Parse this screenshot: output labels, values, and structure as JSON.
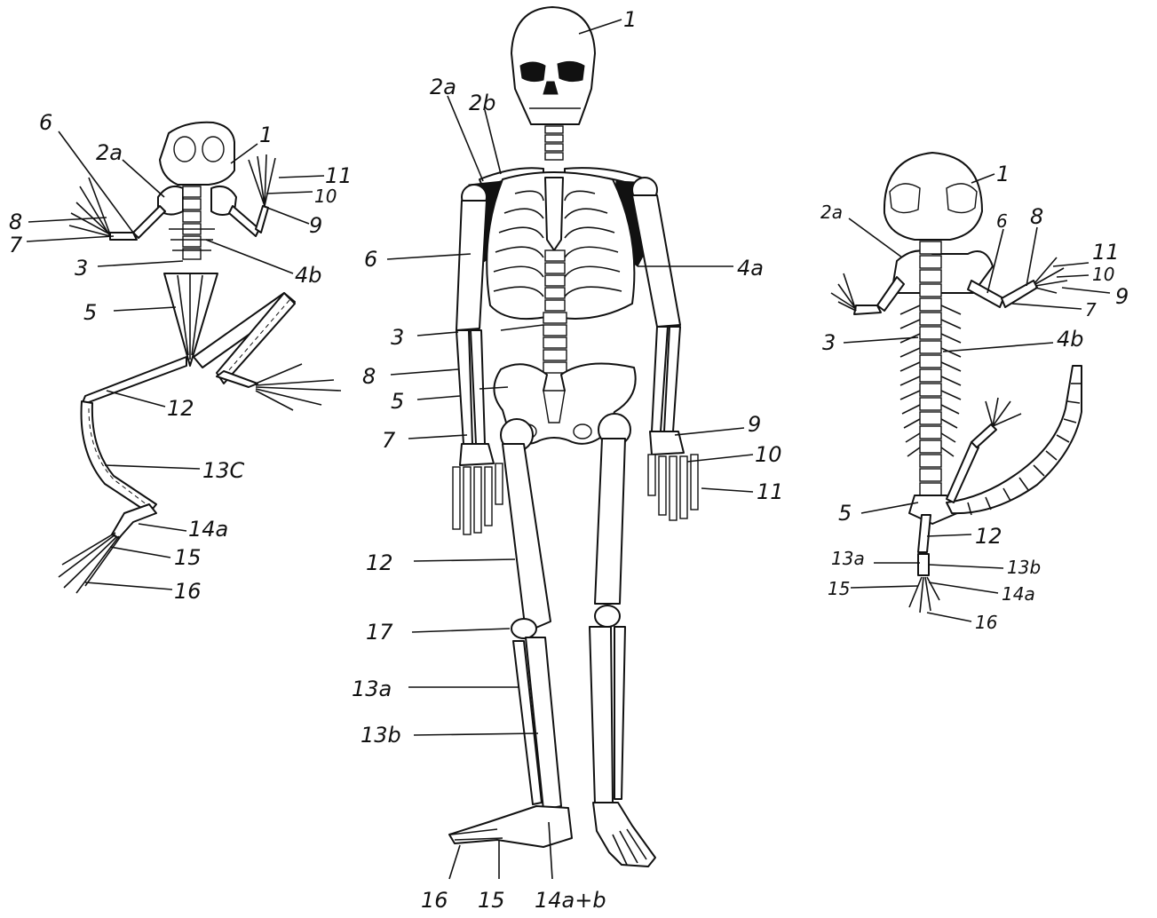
{
  "colors": {
    "ink": "#111111",
    "paper": "#ffffff"
  },
  "frog": {
    "labels": {
      "l1": "1",
      "l2a": "2a",
      "l3": "3",
      "l4b": "4b",
      "l5": "5",
      "l6": "6",
      "l7": "7",
      "l8": "8",
      "l9": "9",
      "l10": "10",
      "l11": "11",
      "l12": "12",
      "l13c": "13C",
      "l14a": "14a",
      "l15": "15",
      "l16": "16"
    }
  },
  "human": {
    "labels": {
      "l1": "1",
      "l2a": "2a",
      "l2b": "2b",
      "l3": "3",
      "l4a": "4a",
      "l5": "5",
      "l6": "6",
      "l7": "7",
      "l8": "8",
      "l9": "9",
      "l10": "10",
      "l11": "11",
      "l12": "12",
      "l13a": "13a",
      "l13b": "13b",
      "l14ab": "14a+b",
      "l15": "15",
      "l16": "16",
      "l17": "17"
    }
  },
  "salamander": {
    "labels": {
      "l1": "1",
      "l2a": "2a",
      "l3": "3",
      "l4b": "4b",
      "l5": "5",
      "l6": "6",
      "l7": "7",
      "l8": "8",
      "l9": "9",
      "l10": "10",
      "l11": "11",
      "l12": "12",
      "l13a": "13a",
      "l13b": "13b",
      "l14a": "14a",
      "l15": "15",
      "l16": "16"
    }
  }
}
